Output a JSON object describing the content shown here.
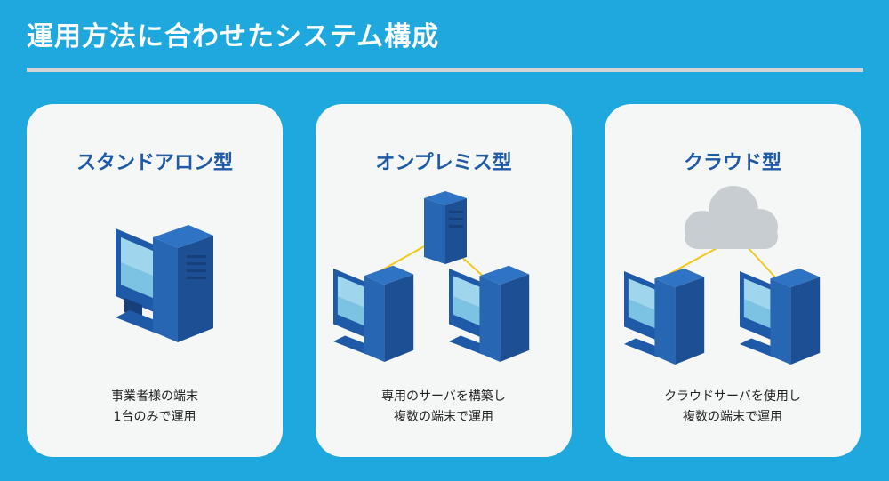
{
  "header": {
    "title": "運用方法に合わせたシステム構成"
  },
  "cards": [
    {
      "title": "スタンドアロン型",
      "desc": [
        "事業者様の端末",
        "1台のみで運用"
      ]
    },
    {
      "title": "オンプレミス型",
      "desc": [
        "専用のサーバを構築し",
        "複数の端末で運用"
      ]
    },
    {
      "title": "クラウド型",
      "desc": [
        "クラウドサーバを使用し",
        "複数の端末で運用"
      ]
    }
  ],
  "colors": {
    "background": "#1ea8dd",
    "card": "#f5f6f6",
    "heading": "#1e5aa6",
    "connector": "#f2c81e",
    "cloud": "#c8cdd2"
  }
}
